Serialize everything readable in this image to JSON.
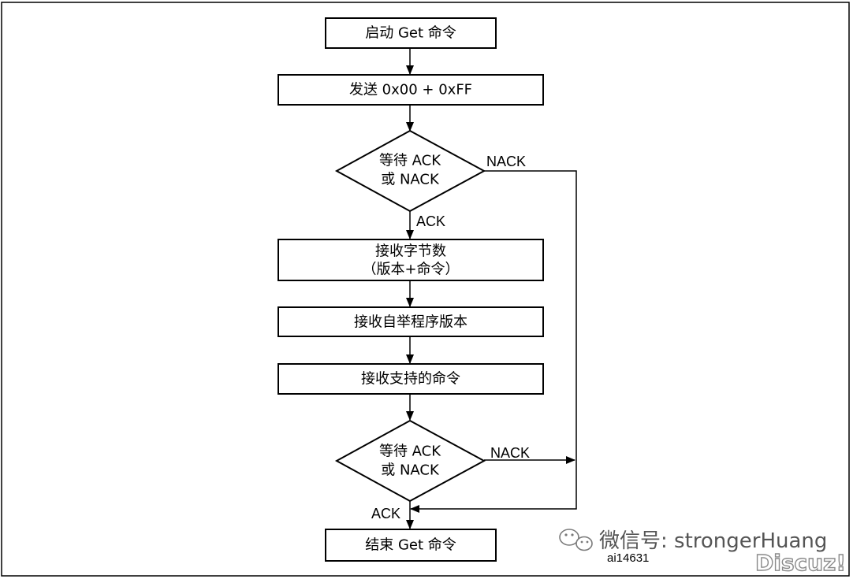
{
  "flowchart": {
    "start": "启动 Get 命令",
    "send": "发送 0x00 + 0xFF",
    "wait1_line1": "等待 ACK",
    "wait1_line2": "或 NACK",
    "receive_bytes_line1": "接收字节数",
    "receive_bytes_line2": "（版本+命令）",
    "receive_version": "接收自举程序版本",
    "receive_commands": "接收支持的命令",
    "wait2_line1": "等待 ACK",
    "wait2_line2": "或 NACK",
    "end": "结束 Get 命令"
  },
  "edges": {
    "nack1": "NACK",
    "ack1": "ACK",
    "nack2": "NACK",
    "ack2": "ACK"
  },
  "figure_id": "ai14631",
  "watermark": {
    "wechat": "微信号: strongerHuang",
    "forum": "Discuz!"
  }
}
